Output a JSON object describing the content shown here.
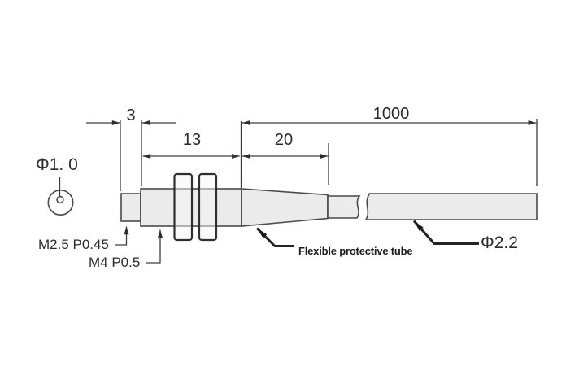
{
  "colors": {
    "background": "#ffffff",
    "line": "#3d3d3d",
    "part_fill": "#ebebeb",
    "nut_fill": "#f5f5f5",
    "text": "#2b2b2b"
  },
  "dimensions": {
    "tip_length": "3",
    "body_length": "13",
    "taper_length": "20",
    "cable_length": "1000"
  },
  "callouts": {
    "tip_diameter": "Φ1. 0",
    "tip_thread": "M2.5 P0.45",
    "body_thread": "M4 P0.5",
    "flexible_tube": "Flexible protective tube",
    "cable_diameter": "Φ2.2"
  }
}
